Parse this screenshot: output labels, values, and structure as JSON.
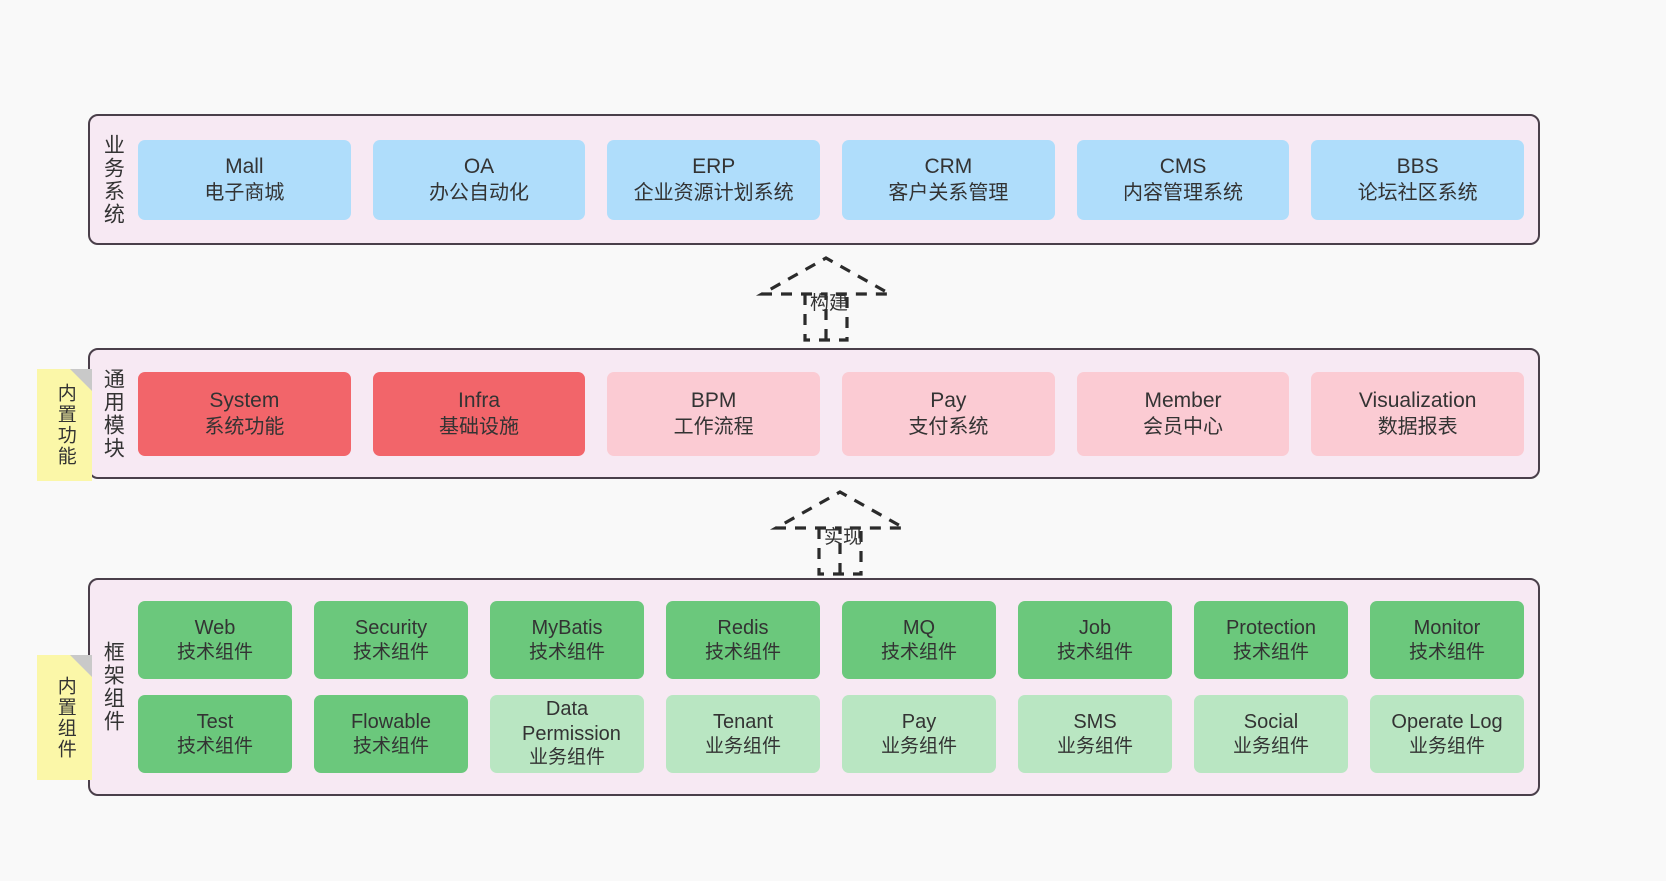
{
  "diagram": {
    "background": "#F9F9F9",
    "layer_bg": "#F7E9F3",
    "layer_border": "#4A3F4A",
    "colors": {
      "business": "#AFDDFB",
      "module_core": "#F2656A",
      "module_optional": "#FBCBD3",
      "component_tech": "#6BC87C",
      "component_business": "#B9E6C2",
      "note": "#FBF7A8",
      "note_fold": "#C9C9C9"
    }
  },
  "layers": [
    {
      "id": "business-system",
      "title": "业务系统",
      "rows": [
        [
          {
            "name": "Mall",
            "desc": "电子商城"
          },
          {
            "name": "OA",
            "desc": "办公自动化"
          },
          {
            "name": "ERP",
            "desc": "企业资源计划系统"
          },
          {
            "name": "CRM",
            "desc": "客户关系管理"
          },
          {
            "name": "CMS",
            "desc": "内容管理系统"
          },
          {
            "name": "BBS",
            "desc": "论坛社区系统"
          }
        ]
      ]
    },
    {
      "id": "common-module",
      "title": "通用模块",
      "note": "内置功能",
      "rows": [
        [
          {
            "name": "System",
            "desc": "系统功能"
          },
          {
            "name": "Infra",
            "desc": "基础设施"
          },
          {
            "name": "BPM",
            "desc": "工作流程"
          },
          {
            "name": "Pay",
            "desc": "支付系统"
          },
          {
            "name": "Member",
            "desc": "会员中心"
          },
          {
            "name": "Visualization",
            "desc": "数据报表"
          }
        ]
      ]
    },
    {
      "id": "framework-component",
      "title": "框架组件",
      "note": "内置组件",
      "rows": [
        [
          {
            "name": "Web",
            "desc": "技术组件"
          },
          {
            "name": "Security",
            "desc": "技术组件"
          },
          {
            "name": "MyBatis",
            "desc": "技术组件"
          },
          {
            "name": "Redis",
            "desc": "技术组件"
          },
          {
            "name": "MQ",
            "desc": "技术组件"
          },
          {
            "name": "Job",
            "desc": "技术组件"
          },
          {
            "name": "Protection",
            "desc": "技术组件"
          },
          {
            "name": "Monitor",
            "desc": "技术组件"
          }
        ],
        [
          {
            "name": "Test",
            "desc": "技术组件"
          },
          {
            "name": "Flowable",
            "desc": "技术组件"
          },
          {
            "name": "Data Permission",
            "desc": "业务组件"
          },
          {
            "name": "Tenant",
            "desc": "业务组件"
          },
          {
            "name": "Pay",
            "desc": "业务组件"
          },
          {
            "name": "SMS",
            "desc": "业务组件"
          },
          {
            "name": "Social",
            "desc": "业务组件"
          },
          {
            "name": "Operate Log",
            "desc": "业务组件"
          }
        ]
      ]
    }
  ],
  "arrows": [
    {
      "id": "build",
      "label": "构建"
    },
    {
      "id": "implement",
      "label": "实现"
    }
  ]
}
